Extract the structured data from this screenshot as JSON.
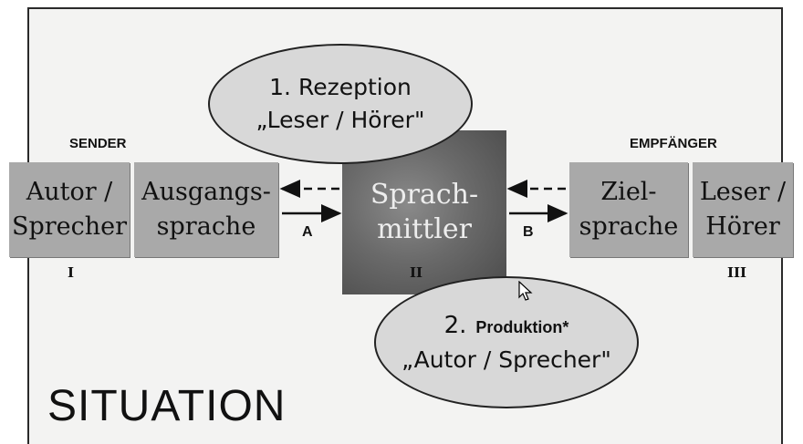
{
  "sender_label": "SENDER",
  "empfaenger_label": "EMPFÄNGER",
  "boxes": {
    "autor_sprecher": [
      "Autor /",
      "Sprecher"
    ],
    "ausgangssprache": [
      "Ausgangs-",
      "sprache"
    ],
    "sprachmittler": [
      "Sprach-",
      "mittler"
    ],
    "zielsprache": [
      "Ziel-",
      "sprache"
    ],
    "leser_hoerer": [
      "Leser /",
      "Hörer"
    ]
  },
  "ellipses": {
    "rezeption": [
      "1. Rezeption",
      "„Leser / Hörer\""
    ],
    "produktion_number": "2.",
    "produktion_label": "Produktion*",
    "produktion_line2": "„Autor / Sprecher\""
  },
  "arrow_labels": {
    "a": "A",
    "b": "B"
  },
  "roman": {
    "i": "I",
    "ii": "II",
    "iii": "III"
  },
  "title": "SITUATION",
  "colors": {
    "box": "#a9a9a9",
    "mittler": "#5e5e5e",
    "ellipse": "#d8d8d8",
    "page": "#f3f3f2"
  }
}
